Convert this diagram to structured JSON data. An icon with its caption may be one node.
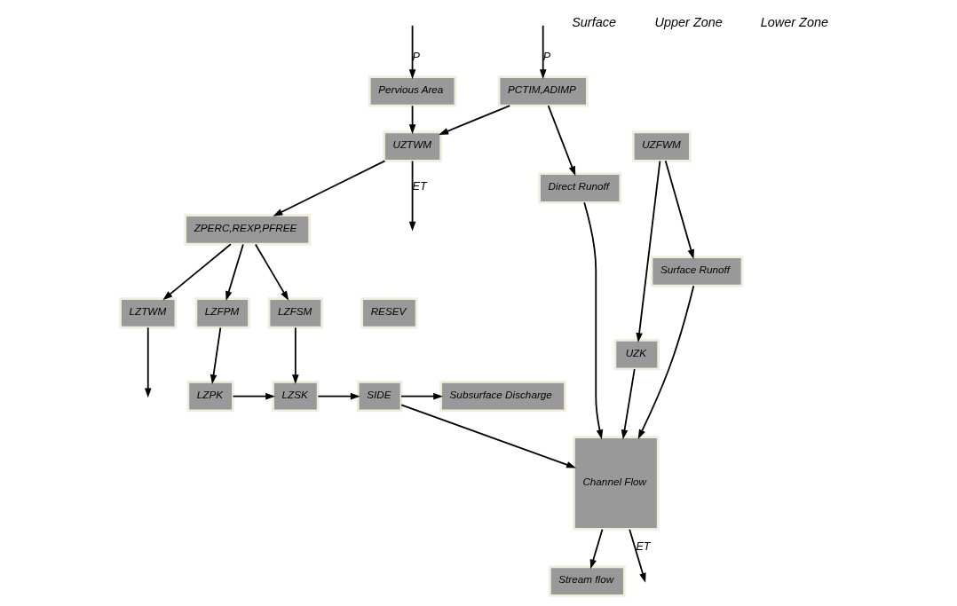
{
  "diagram": {
    "nodes": [
      {
        "text": [
          "Pervious Area"
        ]
      },
      {
        "text": [
          "PCTIM,ADIMP"
        ]
      },
      {
        "text": [
          "Direct Runoff"
        ]
      },
      {
        "text": [
          "Channel Flow"
        ]
      },
      {
        "text": [
          "Stream flow"
        ]
      },
      {
        "text": [
          "Surface Runoff"
        ]
      },
      {
        "text": [
          "UZTWM"
        ]
      },
      {
        "text": [
          "UZFWM"
        ]
      },
      {
        "text": [
          "UZK"
        ]
      },
      {
        "text": [
          "ZPERC,REXP,PFREE"
        ]
      },
      {
        "text": [
          "LZTWM"
        ]
      },
      {
        "text": [
          "LZFPM"
        ]
      },
      {
        "text": [
          "LZFSM"
        ]
      },
      {
        "text": [
          "RESEV"
        ]
      },
      {
        "text": [
          "LZPK"
        ]
      },
      {
        "text": [
          "LZSK"
        ]
      },
      {
        "text": [
          "SIDE"
        ]
      },
      {
        "text": [
          "Subsurface Discharge"
        ]
      }
    ],
    "edges": [
      {
        "from": null,
        "to": 0,
        "arrow": "to",
        "label": "P"
      },
      {
        "from": null,
        "to": 1,
        "arrow": "to",
        "label": "P"
      },
      {
        "from": 6,
        "to": null,
        "arrow": "to",
        "label": "ET"
      },
      {
        "from": 10,
        "to": null,
        "arrow": "to"
      },
      {
        "from": 3,
        "to": null,
        "arrow": "to",
        "label": "ET"
      },
      {
        "from": 0,
        "to": 6,
        "arrow": "to"
      },
      {
        "from": 1,
        "to": 6,
        "arrow": "to"
      },
      {
        "from": 1,
        "to": 2,
        "arrow": "to"
      },
      {
        "from": 2,
        "to": 3,
        "arrow": "to"
      },
      {
        "from": 3,
        "to": 4,
        "arrow": "to"
      },
      {
        "from": 7,
        "to": 5,
        "arrow": "to"
      },
      {
        "from": 5,
        "to": 3,
        "arrow": "to"
      },
      {
        "from": 7,
        "to": 8,
        "arrow": "to"
      },
      {
        "from": 8,
        "to": 3,
        "arrow": "to"
      },
      {
        "from": 6,
        "to": 9,
        "arrow": "to"
      },
      {
        "from": 9,
        "to": 10,
        "arrow": "to"
      },
      {
        "from": 9,
        "to": 11,
        "arrow": "to"
      },
      {
        "from": 9,
        "to": 12,
        "arrow": "to"
      },
      {
        "from": 11,
        "to": 14,
        "arrow": "to"
      },
      {
        "from": 12,
        "to": 15,
        "arrow": "to"
      },
      {
        "from": 14,
        "to": 15,
        "arrow": "to"
      },
      {
        "from": 15,
        "to": 16,
        "arrow": "to"
      },
      {
        "from": 16,
        "to": 3,
        "arrow": "to"
      },
      {
        "from": 16,
        "to": 17,
        "arrow": "to"
      }
    ],
    "labels": [
      "Surface",
      "Upper Zone",
      "Lower Zone"
    ]
  }
}
